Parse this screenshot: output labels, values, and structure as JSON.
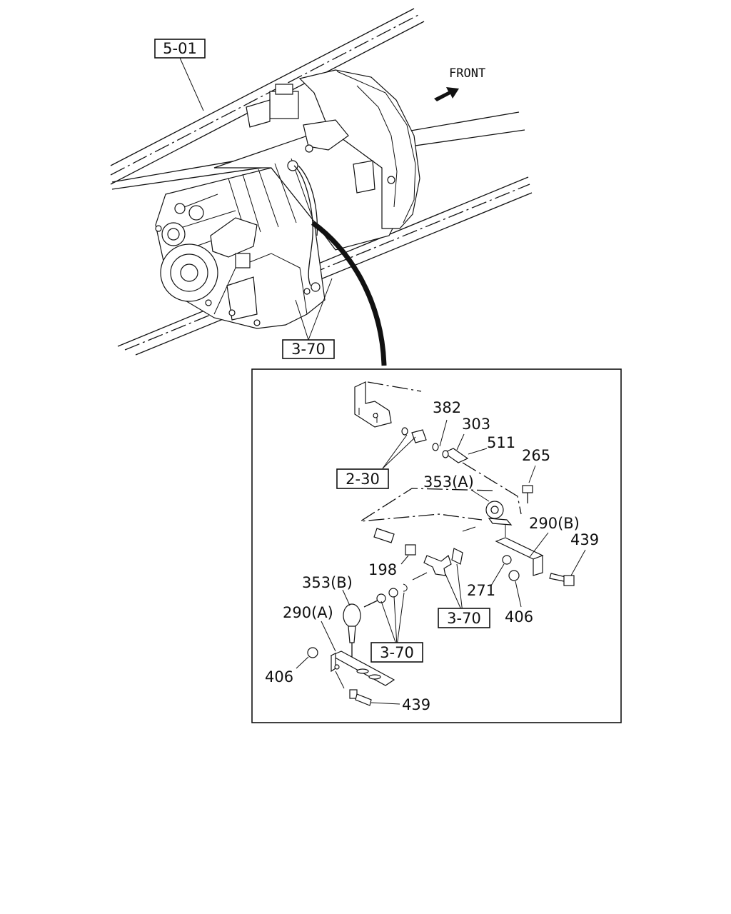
{
  "header": {
    "front_label": "FRONT"
  },
  "references": {
    "frame": "5-01",
    "transmission_mount": "3-70",
    "detail_sensor": "2-30",
    "detail_union": "3-70",
    "detail_bolts": "3-70"
  },
  "callouts": {
    "p382": "382",
    "p303": "303",
    "p511": "511",
    "p265": "265",
    "p353a": "353(A)",
    "p290b": "290(B)",
    "p439_top": "439",
    "p198": "198",
    "p271": "271",
    "p406_right": "406",
    "p353b": "353(B)",
    "p290a": "290(A)",
    "p406_left": "406",
    "p439_bottom": "439"
  }
}
